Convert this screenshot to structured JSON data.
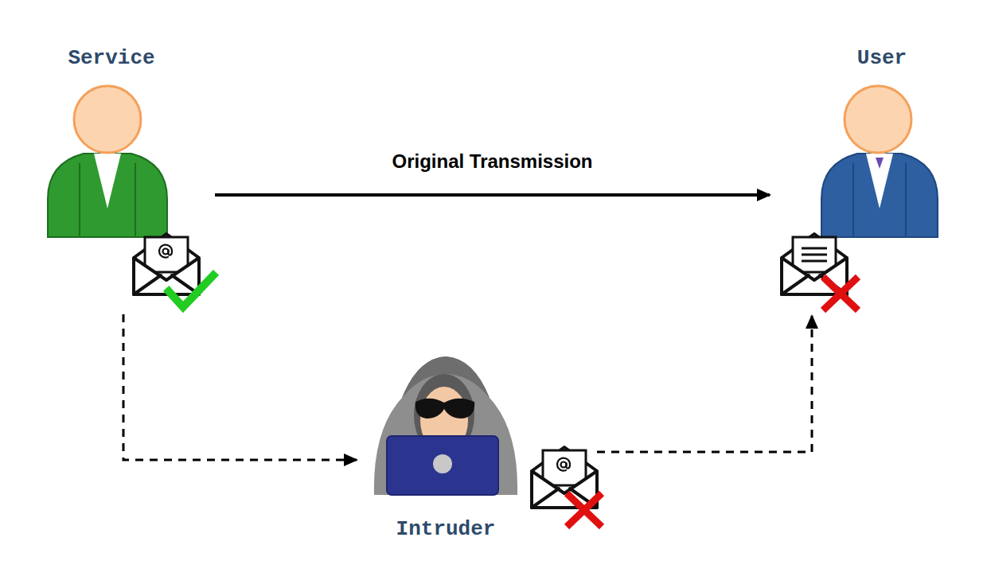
{
  "diagram": {
    "nodes": [
      {
        "text": [
          "Service"
        ]
      },
      {
        "text": [
          "User"
        ]
      },
      {
        "text": [
          "Intruder"
        ]
      }
    ],
    "edges": [
      {
        "from": 0,
        "to": 1,
        "arrow": "to",
        "label": "Original Transmission"
      },
      {
        "from": 0,
        "to": 2,
        "arrow": "to"
      },
      {
        "from": 2,
        "to": 1,
        "arrow": "to"
      }
    ]
  }
}
